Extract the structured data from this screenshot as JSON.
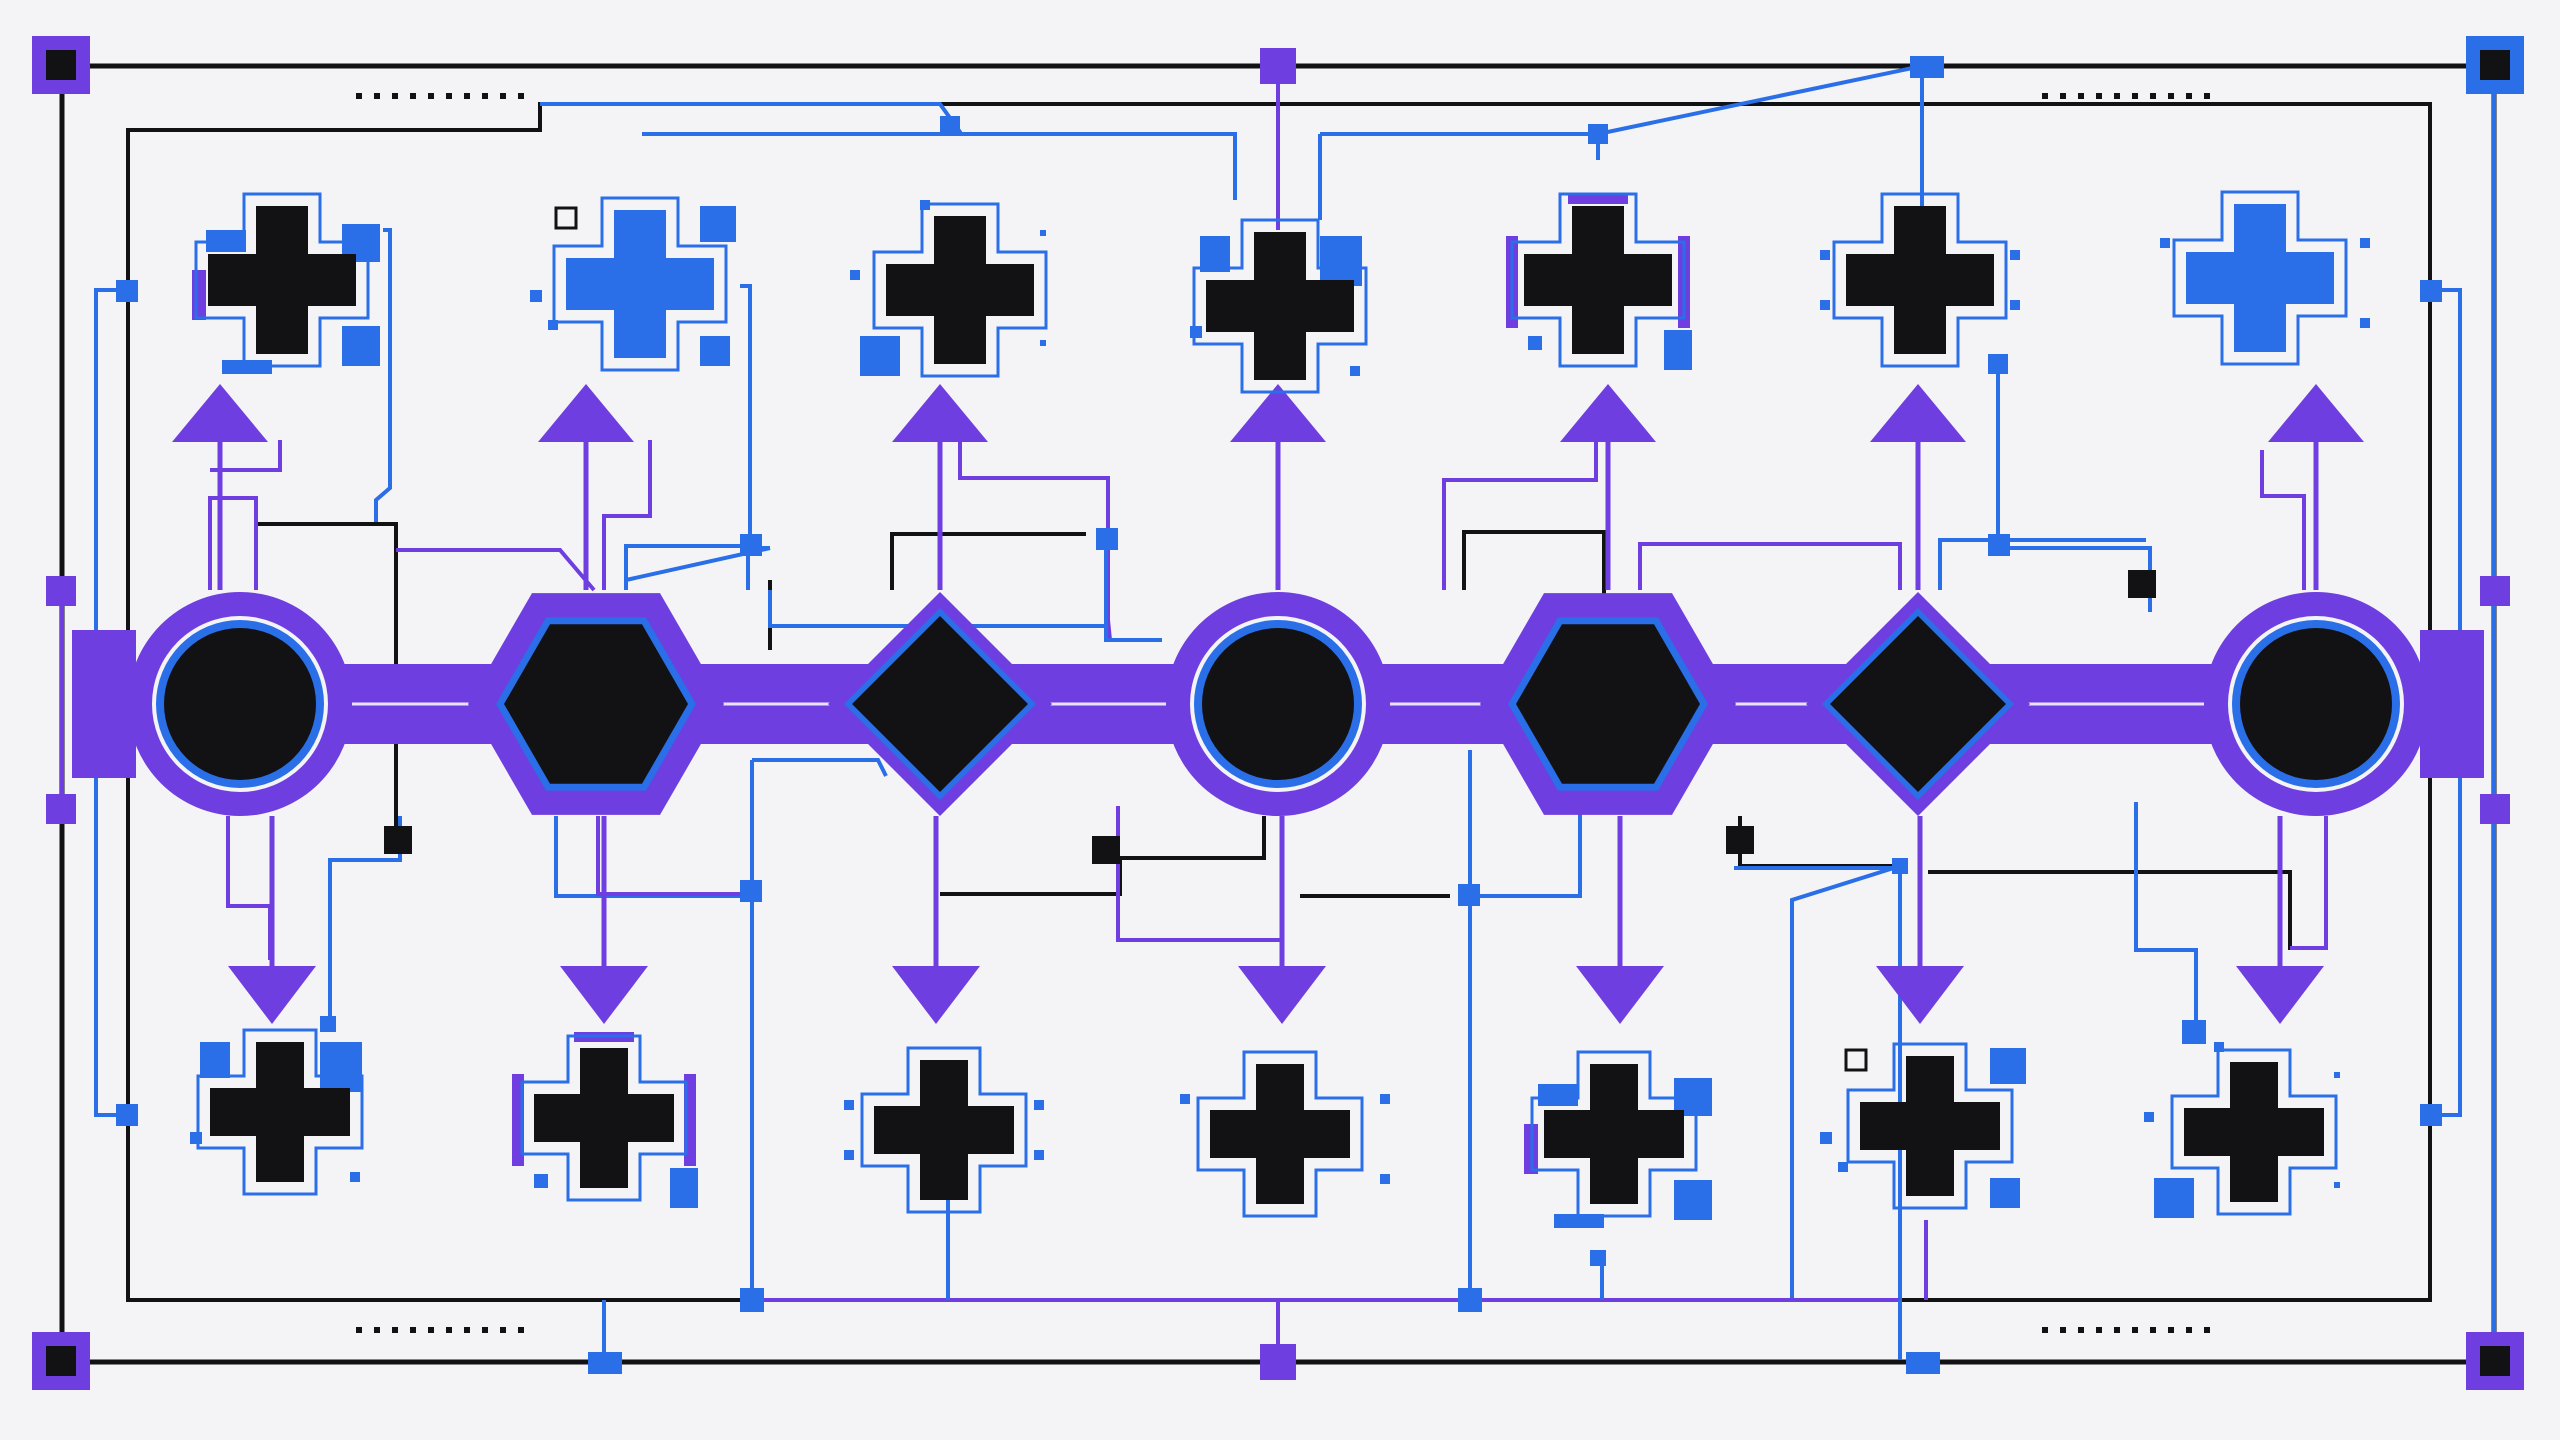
{
  "colors": {
    "background": "#f4f4f6",
    "purple": "#6e3ee0",
    "blue": "#2a6ee8",
    "black": "#121214"
  },
  "diagram": {
    "bus_nodes": [
      {
        "id": "n1",
        "shape": "circle"
      },
      {
        "id": "n2",
        "shape": "hexagon"
      },
      {
        "id": "n3",
        "shape": "diamond"
      },
      {
        "id": "n4",
        "shape": "circle"
      },
      {
        "id": "n5",
        "shape": "hexagon"
      },
      {
        "id": "n6",
        "shape": "diamond"
      },
      {
        "id": "n7",
        "shape": "circle"
      }
    ],
    "top_crosses": [
      {
        "id": "t1",
        "fill": "black"
      },
      {
        "id": "t2",
        "fill": "blue"
      },
      {
        "id": "t3",
        "fill": "black"
      },
      {
        "id": "t4",
        "fill": "black"
      },
      {
        "id": "t5",
        "fill": "black"
      },
      {
        "id": "t6",
        "fill": "black"
      },
      {
        "id": "t7",
        "fill": "blue"
      }
    ],
    "bottom_crosses": [
      {
        "id": "b1",
        "fill": "black"
      },
      {
        "id": "b2",
        "fill": "black"
      },
      {
        "id": "b3",
        "fill": "black"
      },
      {
        "id": "b4",
        "fill": "black"
      },
      {
        "id": "b5",
        "fill": "black"
      },
      {
        "id": "b6",
        "fill": "black"
      },
      {
        "id": "b7",
        "fill": "black"
      }
    ]
  }
}
